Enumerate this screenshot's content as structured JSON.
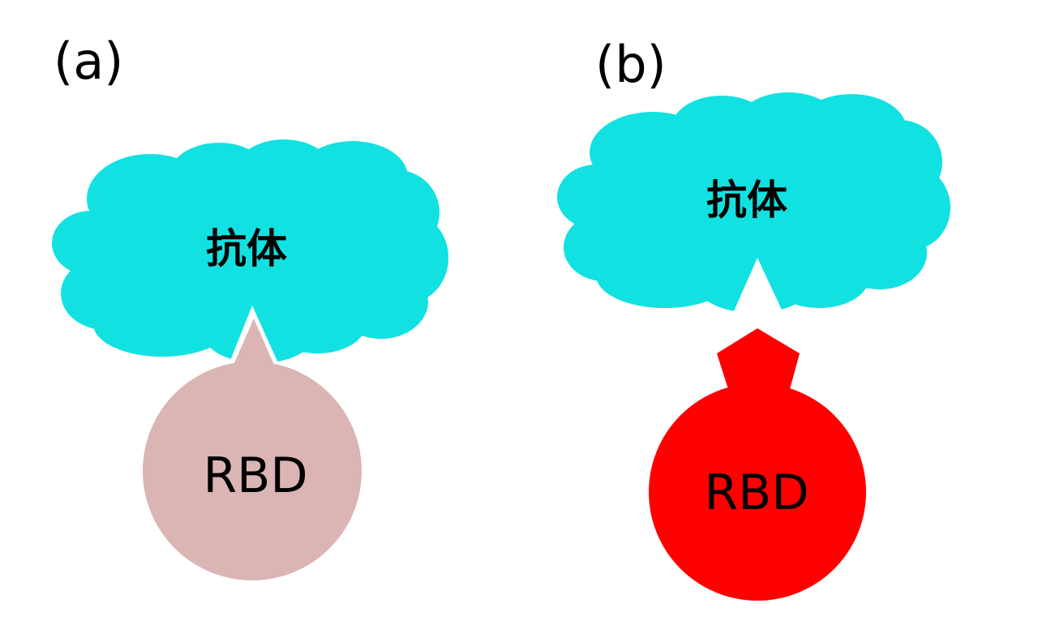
{
  "panels": [
    {
      "label": "(a)",
      "antibody": {
        "label": "抗体",
        "color": "#12E1E1"
      },
      "rbd": {
        "label": "RBD",
        "color": "#DBB4B4"
      }
    },
    {
      "label": "(b)",
      "antibody": {
        "label": "抗体",
        "color": "#12E1E1"
      },
      "rbd": {
        "label": "RBD",
        "color": "#FF0000"
      }
    }
  ]
}
